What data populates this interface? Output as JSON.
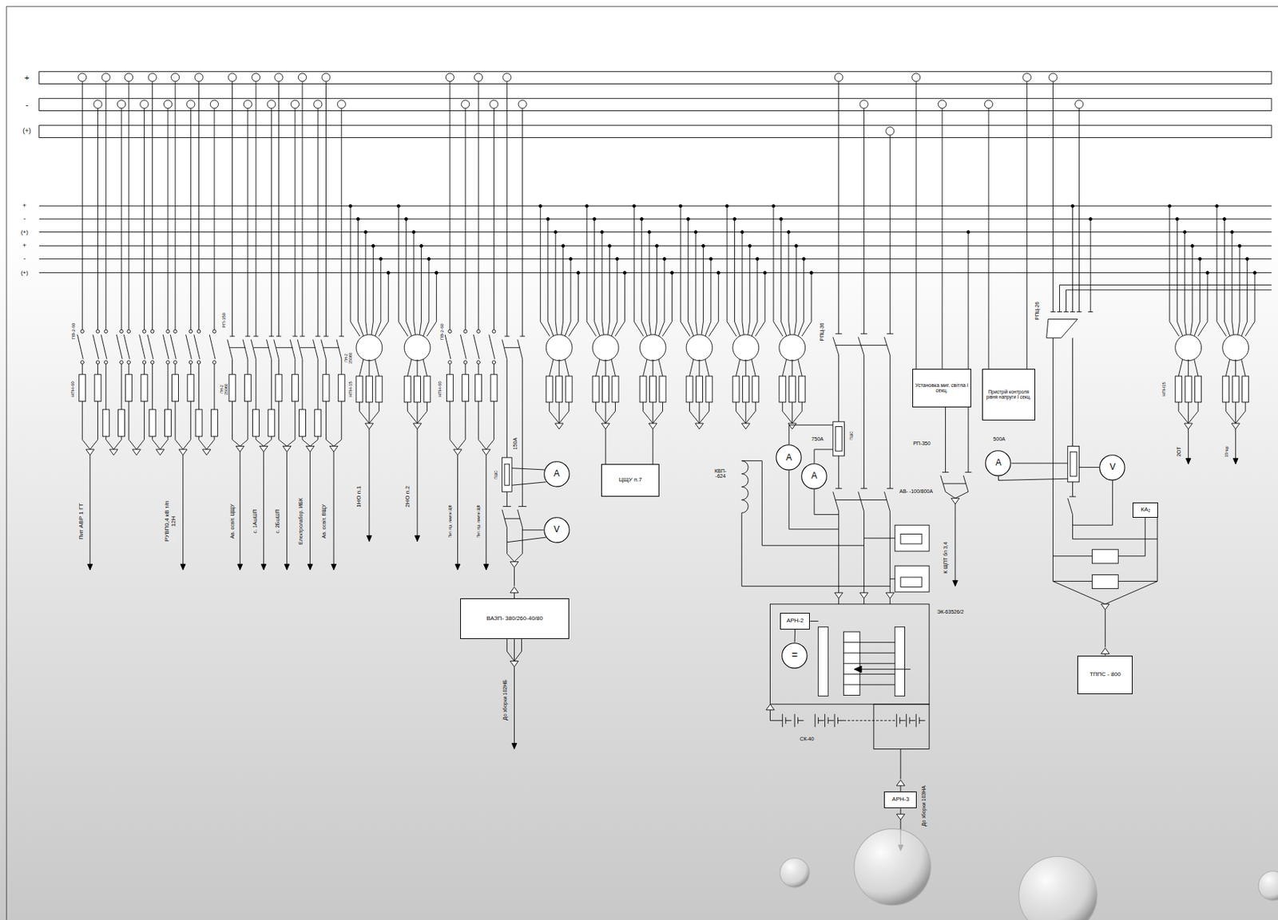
{
  "diagram": {
    "nodes": [
      {
        "text": [
          "Установка миг. світла І секц."
        ]
      },
      {
        "text": [
          "Пристрій контроля рівня напруги І секц."
        ]
      },
      {
        "text": [
          "ЦЩУ п.7"
        ]
      },
      {
        "text": [
          "A"
        ]
      },
      {
        "text": [
          "V"
        ]
      },
      {
        "text": [
          "ВАЗП- 380/260-40/80"
        ]
      },
      {
        "text": [
          "A"
        ]
      },
      {
        "text": [
          "A"
        ]
      },
      {
        "text": [
          "A"
        ]
      },
      {
        "text": [
          "V"
        ]
      },
      {
        "text": [
          "КА₂"
        ]
      },
      {
        "text": [
          "АРН-2"
        ]
      },
      {
        "text": [
          "="
        ]
      },
      {
        "text": [
          "АРН-3"
        ]
      },
      {
        "text": [
          "ТППС - 800"
        ]
      }
    ],
    "edges": [
      {
        "from": 11,
        "to": 12,
        "arrow": "none"
      }
    ],
    "labels": [
      "+",
      "-",
      "(+)",
      "+",
      "-",
      "(+)",
      "+",
      "-",
      "(+)",
      "ПВ-2-60",
      "НПН-60",
      "Пит АВР 1 ГТ",
      "РУВП0,4 кВ т/п 12Н",
      "РП-350",
      "ПН-2 250/60",
      "Ав. освіт. ЦЩУ",
      "с. 1АшШП",
      "с. 2БшШП",
      "Електролабор. ИБК",
      "Ав. освіт. ВЩУ",
      "ПН-2 250/60",
      "НПН-15",
      "1НО п.1",
      "2НО п.2",
      "ПВ-2-60",
      "НПН-60",
      "Пит. під. лампи ЩФ",
      "Пит. під. лампи ЩФ",
      "ПШС",
      "150А",
      "РПЦ-36",
      "ПШС",
      "750А",
      "КВП- -624",
      "АВ- -100/800А",
      "РП-350",
      "К ЩПТ бп 3,4",
      "500А",
      "РПЦ-26",
      "ЭК-63526/2",
      "СК-40",
      "До зборки 102НБ",
      "До зборки 103НА",
      "НПН15",
      "2ОТ",
      "1Бтщу"
    ]
  }
}
